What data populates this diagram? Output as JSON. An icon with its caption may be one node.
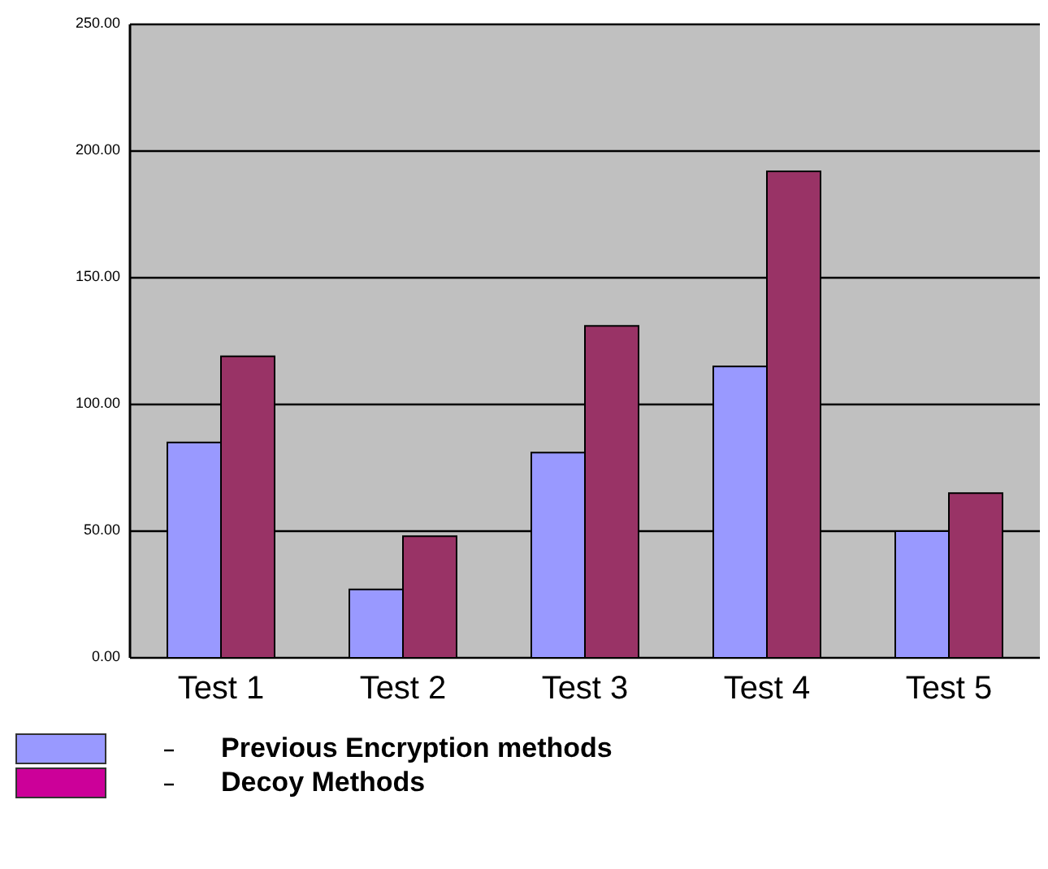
{
  "diagram": {
    "chart_data": {
      "type": "bar",
      "categories": [
        "Test 1",
        "Test 2",
        "Test 3",
        "Test 4",
        "Test 5"
      ],
      "series": [
        {
          "color": "#9999ff",
          "values": [
            85,
            27,
            81,
            115,
            50
          ]
        },
        {
          "color": "#993366",
          "values": [
            119,
            48,
            131,
            192,
            65
          ]
        }
      ],
      "ylim": [
        0,
        250
      ],
      "grid": true,
      "yticks": [
        {
          "value": 0,
          "label": "0.00"
        },
        {
          "value": 50,
          "label": "50.00"
        },
        {
          "value": 100,
          "label": "100.00"
        },
        {
          "value": 150,
          "label": "150.00"
        },
        {
          "value": 200,
          "label": "200.00"
        },
        {
          "value": 250,
          "label": "250.00"
        }
      ]
    },
    "legend": [
      {
        "text": "Previous Encryption methods",
        "color": "#9999ff"
      },
      {
        "text": "Decoy Methods",
        "color": "#cc0099"
      }
    ]
  }
}
